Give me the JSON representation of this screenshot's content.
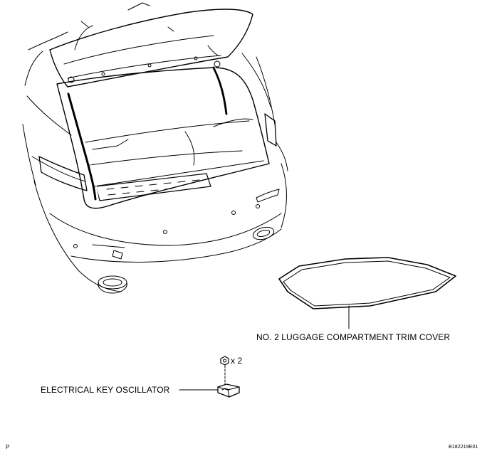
{
  "labels": {
    "trim_cover": "NO. 2 LUGGAGE COMPARTMENT TRIM COVER",
    "key_oscillator": "ELECTRICAL KEY OSCILLATOR",
    "fastener_quantity": "x 2",
    "corner_mark": "P",
    "figure_code": "B182219E01"
  },
  "colors": {
    "line": "#000000",
    "background": "#ffffff"
  }
}
